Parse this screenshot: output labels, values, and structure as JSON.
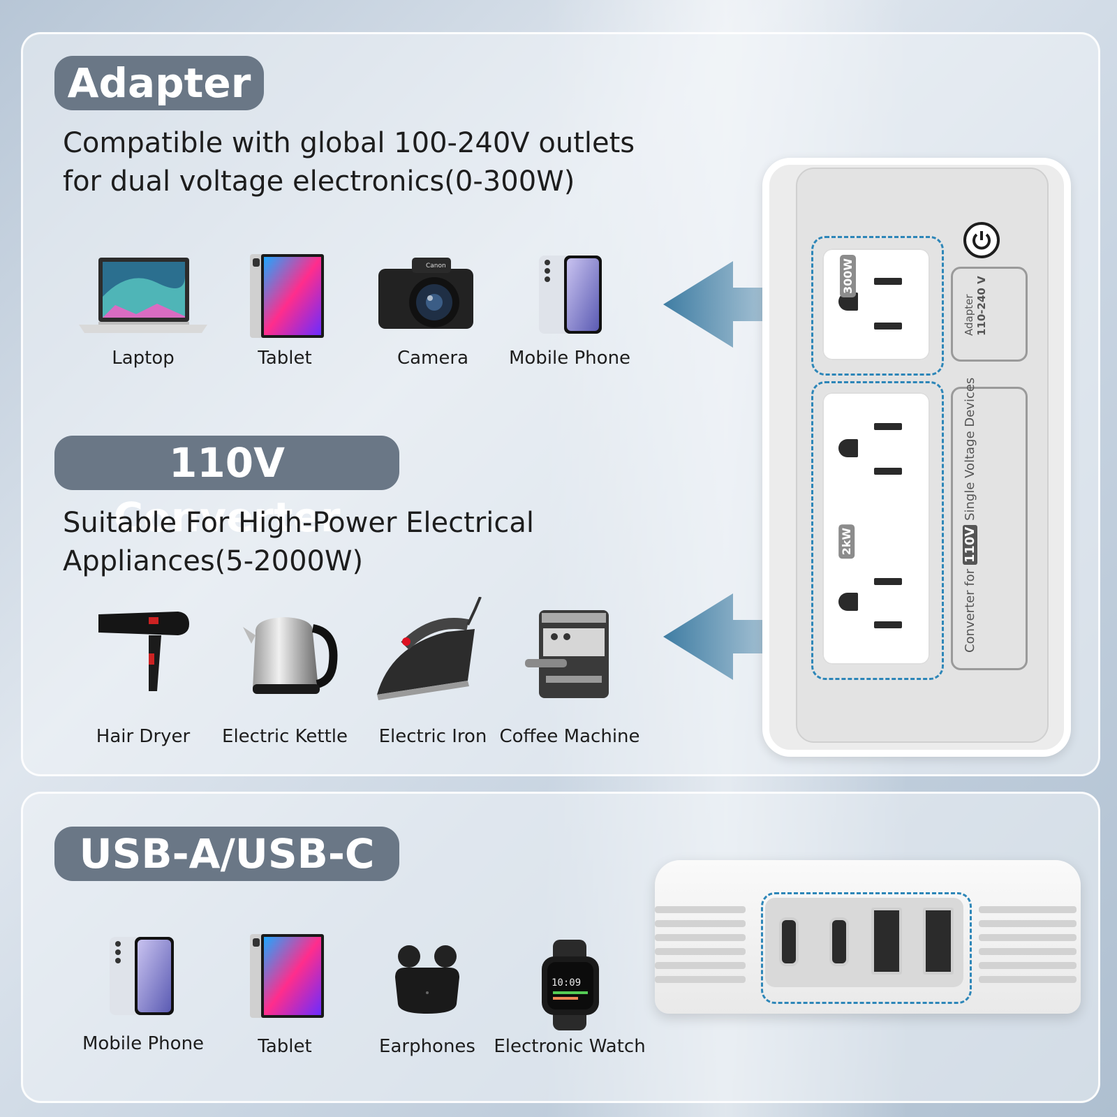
{
  "sections": {
    "adapter": {
      "title": "Adapter",
      "description_line1": "Compatible with global 100-240V outlets",
      "description_line2": "for dual voltage electronics(0-300W)",
      "devices": [
        "Laptop",
        "Tablet",
        "Camera",
        "Mobile Phone"
      ]
    },
    "converter": {
      "title": "110V Converter",
      "description_line1": "Suitable For High-Power Electrical",
      "description_line2": "Appliances(5-2000W)",
      "devices": [
        "Hair Dryer",
        "Electric Kettle",
        "Electric Iron",
        "Coffee Machine"
      ]
    },
    "usb": {
      "title": "USB-A/USB-C",
      "devices": [
        "Mobile Phone",
        "Tablet",
        "Earphones",
        "Electronic Watch"
      ]
    }
  },
  "product": {
    "badge_top": "300W",
    "badge_bottom": "2kW",
    "adapter_label_line1": "Adapter",
    "adapter_label_line2": "110-240 V",
    "converter_label_prefix": "Converter for ",
    "converter_label_voltage": "110V",
    "converter_label_suffix": " Single Voltage Devices"
  },
  "colors": {
    "pill": "#6a7786",
    "dashed_outline": "#2d86b8",
    "arrow": "#3f7da3"
  },
  "icons": [
    "laptop-icon",
    "tablet-icon",
    "camera-icon",
    "mobile-phone-icon",
    "hair-dryer-icon",
    "electric-kettle-icon",
    "electric-iron-icon",
    "coffee-machine-icon",
    "earphones-icon",
    "electronic-watch-icon",
    "power-button-icon"
  ]
}
